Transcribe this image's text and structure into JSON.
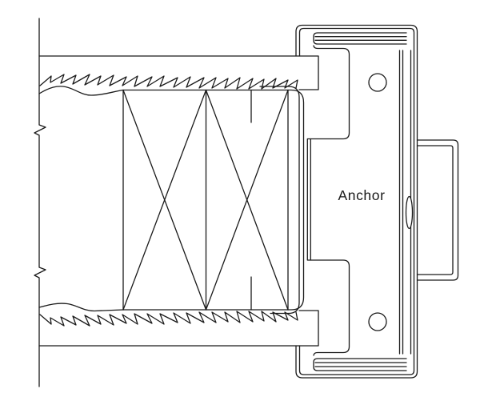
{
  "diagram": {
    "label": "Anchor"
  },
  "colors": {
    "line": "#1a1a1a",
    "background": "#ffffff"
  },
  "components": [
    "wall-break-line",
    "upper-duct-wall",
    "lower-duct-wall",
    "torn-edge-wave",
    "sawtooth-break",
    "insulation-container",
    "cross-brace-panel",
    "anchor-bracket-shell",
    "retainer-pads",
    "channel-web-profile",
    "slot-plate",
    "back-plate-lines",
    "step-bracket",
    "bolt-hole",
    "weld-seam-ellipse"
  ]
}
